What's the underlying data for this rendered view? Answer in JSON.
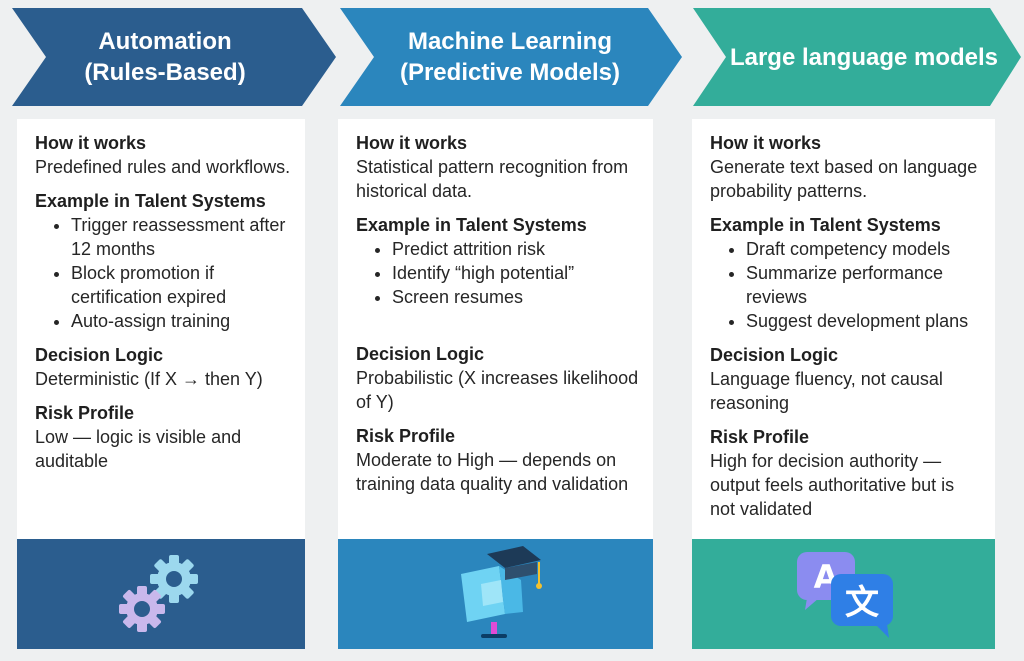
{
  "colors": {
    "automation": "#2b5d8e",
    "machine_learning": "#2b86bd",
    "llm": "#33ad9a",
    "background": "#eef0f1",
    "card": "#ffffff"
  },
  "columns": [
    {
      "title_line1": "Automation",
      "title_line2": "(Rules-Based)",
      "how_heading": "How it works",
      "how_text": "Predefined rules and workflows.",
      "example_heading": "Example in Talent Systems",
      "examples": [
        "Trigger reassessment after 12 months",
        "Block promotion if certification expired",
        "Auto-assign training"
      ],
      "decision_heading": "Decision Logic",
      "decision_text": "Deterministic (If X → then Y)",
      "risk_heading": "Risk Profile",
      "risk_text": "Low — logic is visible and auditable",
      "icon": "gears-icon"
    },
    {
      "title_line1": "Machine Learning",
      "title_line2": "(Predictive Models)",
      "how_heading": "How it works",
      "how_text": "Statistical pattern recognition from historical data.",
      "example_heading": "Example in Talent Systems",
      "examples": [
        "Predict attrition risk",
        "Identify “high potential”",
        "Screen resumes"
      ],
      "decision_heading": "Decision Logic",
      "decision_text": "Probabilistic (X increases likelihood of Y)",
      "risk_heading": "Risk Profile",
      "risk_text": "Moderate to High — depends on training data quality and validation",
      "icon": "machine-learning-icon"
    },
    {
      "title_line1": "Large language models",
      "title_line2": "",
      "how_heading": "How it works",
      "how_text": "Generate text based on language probability patterns.",
      "example_heading": "Example in Talent Systems",
      "examples": [
        "Draft competency models",
        "Summarize performance reviews",
        "Suggest development plans"
      ],
      "decision_heading": "Decision Logic",
      "decision_text": "Language fluency, not causal reasoning",
      "risk_heading": "Risk Profile",
      "risk_text": "High for decision authority — output feels authoritative but is not validated",
      "icon": "translate-icon"
    }
  ]
}
